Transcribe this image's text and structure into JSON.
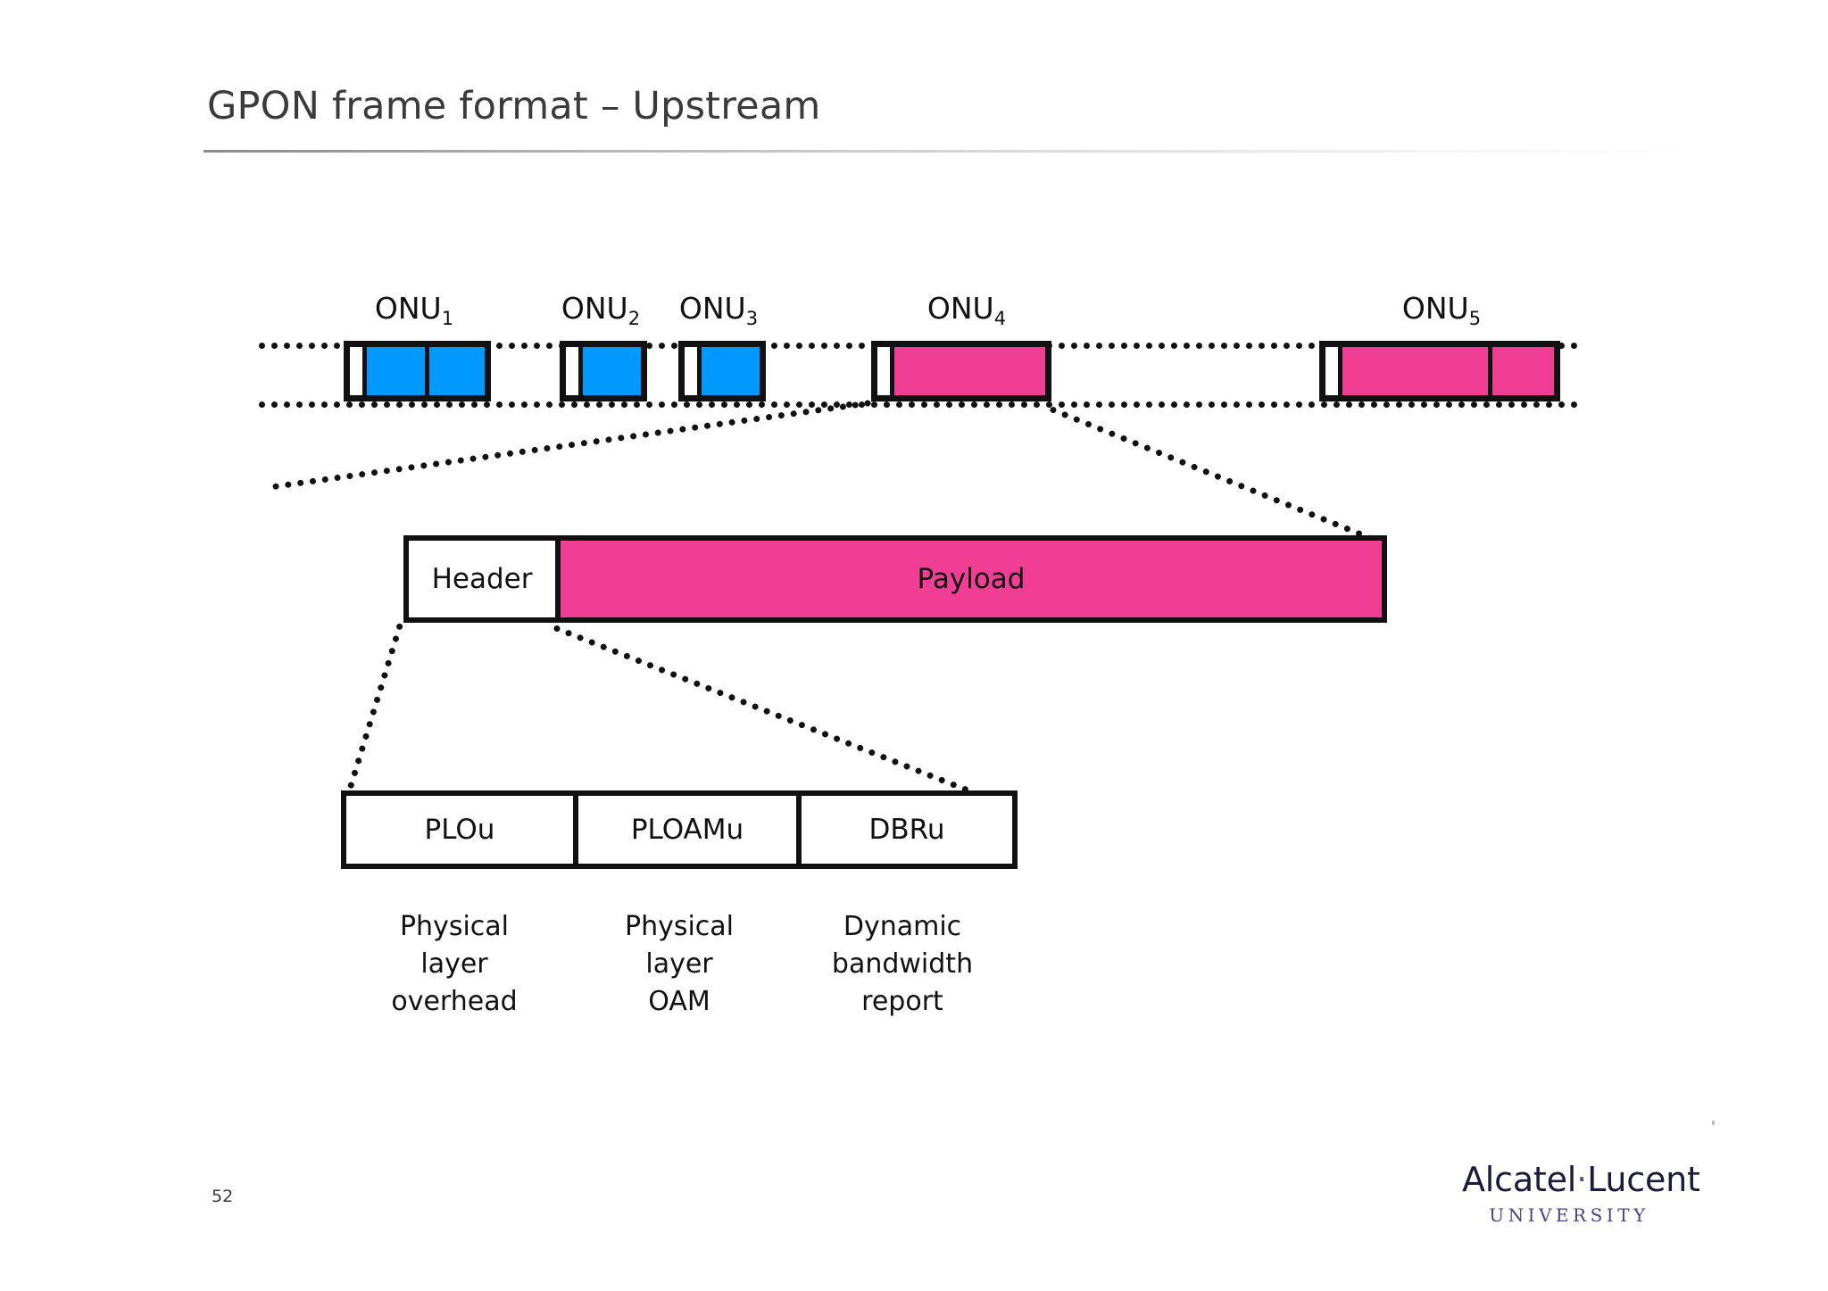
{
  "slide": {
    "title": "GPON frame format – Upstream",
    "page_number": "52",
    "background": "#ffffff"
  },
  "colors": {
    "payload_pink": "#f03e95",
    "payload_blue": "#0099ff",
    "outline": "#111111",
    "header_white": "#ffffff",
    "title_text": "#3b3b3b",
    "logo_navy": "#1a1a3d",
    "logo_purple": "#4b3f8f"
  },
  "timeline": {
    "description": "Upstream TDMA burst timeline with five ONU transmission bursts",
    "bursts": [
      {
        "label": "ONU",
        "subscript": "1",
        "color": "#0099ff",
        "cells": [
          "header",
          "payload",
          "payload"
        ]
      },
      {
        "label": "ONU",
        "subscript": "2",
        "color": "#0099ff",
        "cells": [
          "header",
          "payload"
        ]
      },
      {
        "label": "ONU",
        "subscript": "3",
        "color": "#0099ff",
        "cells": [
          "header",
          "payload"
        ]
      },
      {
        "label": "ONU",
        "subscript": "4",
        "color": "#f03e95",
        "cells": [
          "header",
          "payload"
        ]
      },
      {
        "label": "ONU",
        "subscript": "5",
        "color": "#f03e95",
        "cells": [
          "header",
          "payload",
          "payload"
        ]
      }
    ]
  },
  "frame_bar": {
    "header_label": "Header",
    "payload_label": "Payload"
  },
  "header_detail": {
    "fields": [
      {
        "name": "PLOu",
        "caption": "Physical\nlayer\noverhead"
      },
      {
        "name": "PLOAMu",
        "caption": "Physical\nlayer\nOAM"
      },
      {
        "name": "DBRu",
        "caption": "Dynamic\nbandwidth\nreport"
      }
    ]
  },
  "footer": {
    "logo_brand": "Alcatel",
    "logo_dot": "·",
    "logo_brand2": "Lucent",
    "logo_sub": "UNIVERSITY"
  }
}
